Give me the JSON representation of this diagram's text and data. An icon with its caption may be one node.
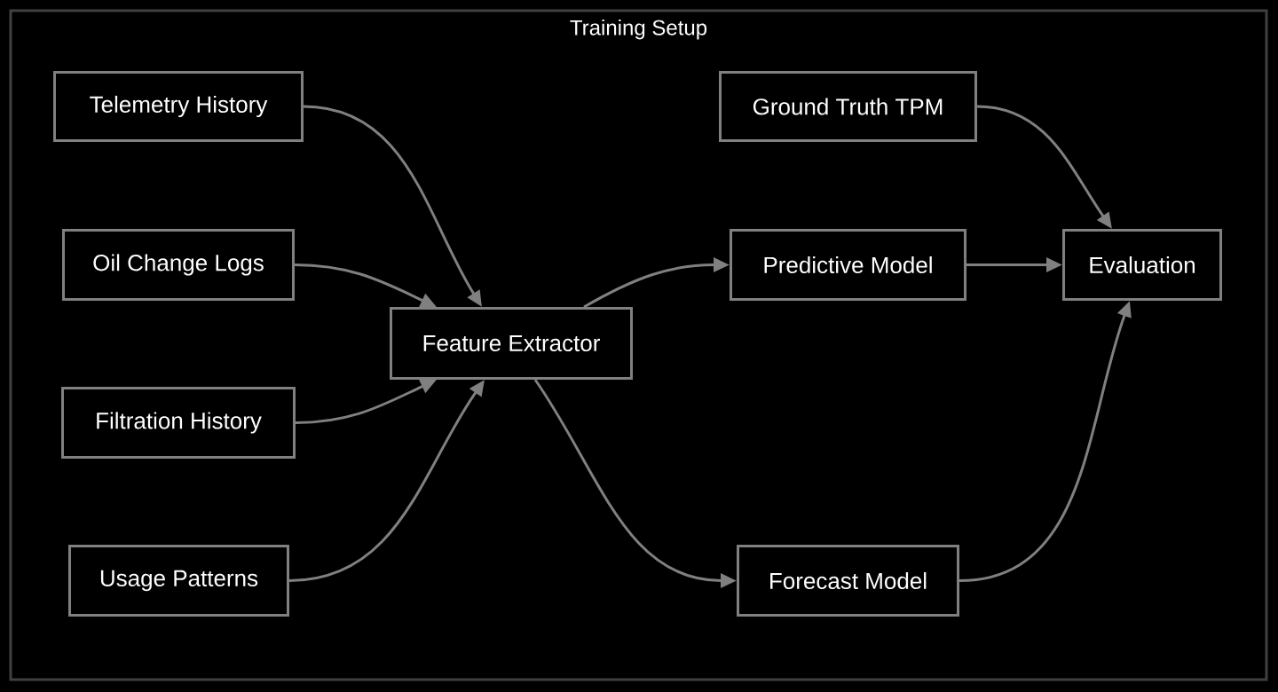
{
  "diagram": {
    "nodes": [
      {
        "text": [
          "Training Setup"
        ]
      },
      {
        "text": [
          "Telemetry History"
        ],
        "in": 0
      },
      {
        "text": [
          "Oil Change Logs"
        ],
        "in": 0
      },
      {
        "text": [
          "Filtration History"
        ],
        "in": 0
      },
      {
        "text": [
          "Usage Patterns"
        ],
        "in": 0
      },
      {
        "text": [
          "Feature Extractor"
        ],
        "in": 0
      },
      {
        "text": [
          "Ground Truth TPM"
        ],
        "in": 0
      },
      {
        "text": [
          "Predictive Model"
        ],
        "in": 0
      },
      {
        "text": [
          "Evaluation"
        ],
        "in": 0
      },
      {
        "text": [
          "Forecast Model"
        ],
        "in": 0
      }
    ],
    "edges": [
      {
        "from": 1,
        "to": 5,
        "arrow": "to"
      },
      {
        "from": 2,
        "to": 5,
        "arrow": "to"
      },
      {
        "from": 3,
        "to": 5,
        "arrow": "to"
      },
      {
        "from": 4,
        "to": 5,
        "arrow": "to"
      },
      {
        "from": 5,
        "to": 7,
        "arrow": "to"
      },
      {
        "from": 5,
        "to": 9,
        "arrow": "to"
      },
      {
        "from": 6,
        "to": 8,
        "arrow": "to"
      },
      {
        "from": 7,
        "to": 8,
        "arrow": "to"
      },
      {
        "from": 9,
        "to": 8,
        "arrow": "to"
      }
    ]
  }
}
